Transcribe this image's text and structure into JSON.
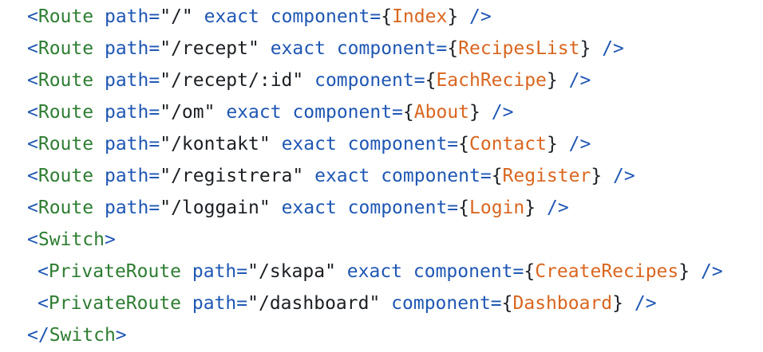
{
  "colors": {
    "punctuation": "#1f57b3",
    "tag": "#2e7d32",
    "attribute": "#1f57b3",
    "string": "#1b1f23",
    "component": "#d9661f",
    "background": "#ffffff"
  },
  "lines": [
    {
      "tag": "Route",
      "path": "\"/\"",
      "exact": "exact",
      "component_attr": "component=",
      "component": "Index"
    },
    {
      "tag": "Route",
      "path": "\"/recept\"",
      "exact": "exact",
      "component_attr": "component=",
      "component": "RecipesList"
    },
    {
      "tag": "Route",
      "path": "\"/recept/:id\"",
      "exact": "",
      "component_attr": "component=",
      "component": "EachRecipe"
    },
    {
      "tag": "Route",
      "path": "\"/om\"",
      "exact": "exact",
      "component_attr": "component=",
      "component": "About"
    },
    {
      "tag": "Route",
      "path": "\"/kontakt\"",
      "exact": "exact",
      "component_attr": "component=",
      "component": "Contact"
    },
    {
      "tag": "Route",
      "path": "\"/registrera\"",
      "exact": "exact",
      "component_attr": "component=",
      "component": "Register"
    },
    {
      "tag": "Route",
      "path": "\"/loggain\"",
      "exact": "exact",
      "component_attr": "component=",
      "component": "Login"
    }
  ],
  "switch_open": {
    "tag": "Switch"
  },
  "private_lines": [
    {
      "tag": "PrivateRoute",
      "path": "\"/skapa\"",
      "exact": "exact",
      "component_attr": "component=",
      "component": "CreateRecipes"
    },
    {
      "tag": "PrivateRoute",
      "path": "\"/dashboard\"",
      "exact": "",
      "component_attr": "component=",
      "component": "Dashboard"
    }
  ],
  "switch_close": {
    "tag": "Switch"
  },
  "tokens": {
    "lt": "<",
    "gt": ">",
    "close_lt": "</",
    "self_close": "/>",
    "path_attr": "path=",
    "brace_open": "{",
    "brace_close": "}"
  }
}
